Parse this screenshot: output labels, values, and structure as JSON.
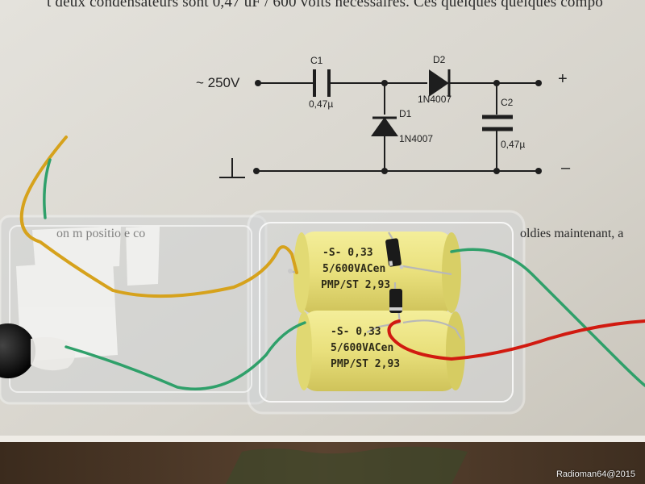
{
  "photo": {
    "paper_top_text": "t deux condensateurs sont 0,47 uF / 600 volts nécessaires. Ces quelques quelques compo",
    "paper_mid_text_right": "oldies maintenant, a",
    "paper_mid_text_left": "on m          positio    e co",
    "watermark": "Radioman64@2015"
  },
  "schematic": {
    "input_label": "~ 250V",
    "c1": {
      "name": "C1",
      "value": "0,47µ"
    },
    "c2": {
      "name": "C2",
      "value": "0,47µ"
    },
    "d1": {
      "name": "D1",
      "part": "1N4007"
    },
    "d2": {
      "name": "D2",
      "part": "1N4007"
    },
    "plus": "+",
    "minus": "–"
  },
  "capacitors": [
    {
      "line1": "-S-  0,33",
      "line2": "5/600VACen",
      "line3": "PMP/ST 2,93"
    },
    {
      "line1": "-S-  0,33",
      "line2": "5/600VACen",
      "line3": "PMP/ST 2,93"
    }
  ],
  "colors": {
    "paper": "#dcd9d2",
    "capacitor_body": "#e8e27a",
    "wire_yellow": "#d6a21c",
    "wire_green": "#2fa06a",
    "wire_red": "#d11a10",
    "table_wood": "#4e3b2a"
  }
}
